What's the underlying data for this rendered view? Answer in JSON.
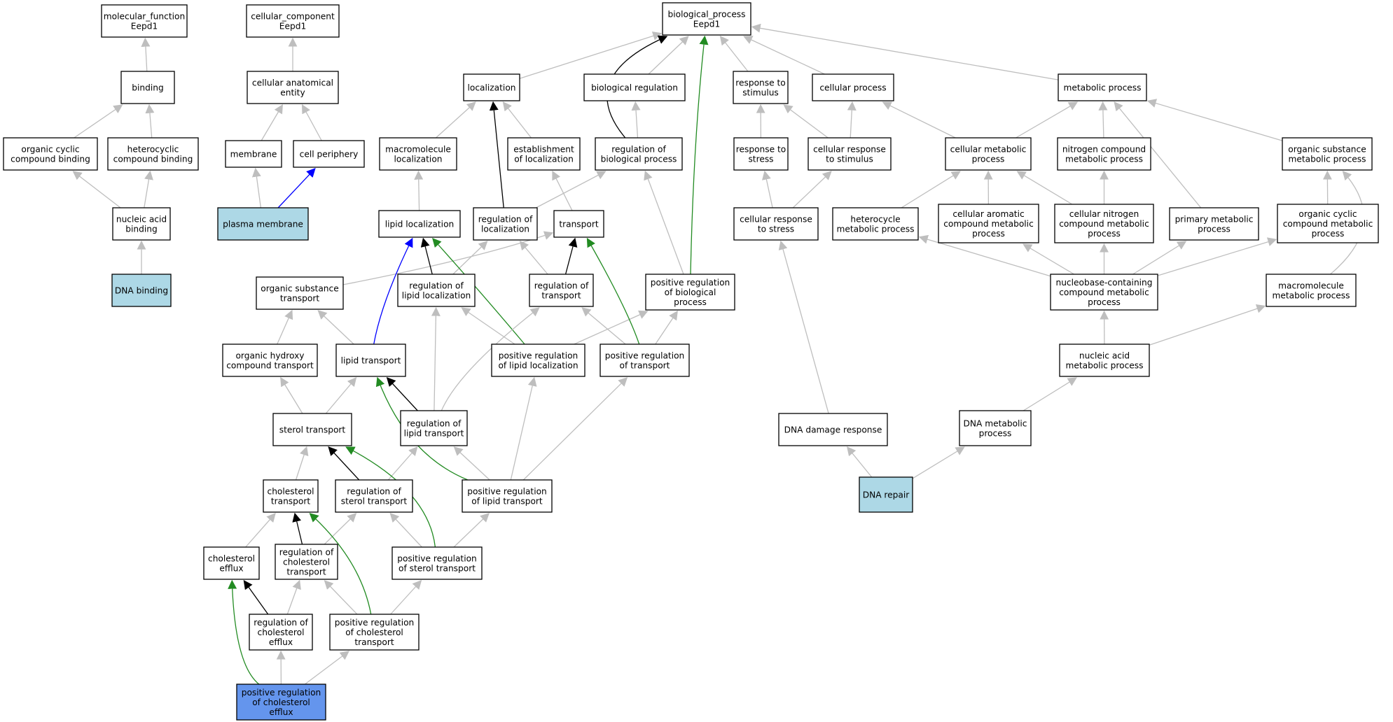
{
  "colors": {
    "default_fill": "#ffffff",
    "query_fill": "#add8e6",
    "focus_fill": "#6495ed",
    "edge_gray": "#bebebe",
    "edge_black": "#000000",
    "edge_green": "#228b22",
    "edge_blue": "#0000ff"
  },
  "nodes": [
    {
      "id": "mf",
      "lines": [
        "molecular_function",
        "Eepd1"
      ],
      "fill": "default"
    },
    {
      "id": "cc",
      "lines": [
        "cellular_component",
        "Eepd1"
      ],
      "fill": "default"
    },
    {
      "id": "bp",
      "lines": [
        "biological_process",
        "Eepd1"
      ],
      "fill": "default"
    },
    {
      "id": "binding",
      "lines": [
        "binding"
      ],
      "fill": "default"
    },
    {
      "id": "cae",
      "lines": [
        "cellular anatomical",
        "entity"
      ],
      "fill": "default"
    },
    {
      "id": "localization",
      "lines": [
        "localization"
      ],
      "fill": "default"
    },
    {
      "id": "bioreg",
      "lines": [
        "biological regulation"
      ],
      "fill": "default"
    },
    {
      "id": "resp_stim",
      "lines": [
        "response to",
        "stimulus"
      ],
      "fill": "default"
    },
    {
      "id": "cell_proc",
      "lines": [
        "cellular process"
      ],
      "fill": "default"
    },
    {
      "id": "metab",
      "lines": [
        "metabolic process"
      ],
      "fill": "default"
    },
    {
      "id": "ocb",
      "lines": [
        "organic cyclic",
        "compound binding"
      ],
      "fill": "default"
    },
    {
      "id": "hcb",
      "lines": [
        "heterocyclic",
        "compound binding"
      ],
      "fill": "default"
    },
    {
      "id": "membrane",
      "lines": [
        "membrane"
      ],
      "fill": "default"
    },
    {
      "id": "cellper",
      "lines": [
        "cell periphery"
      ],
      "fill": "default"
    },
    {
      "id": "macroloc",
      "lines": [
        "macromolecule",
        "localization"
      ],
      "fill": "default"
    },
    {
      "id": "estloc",
      "lines": [
        "establishment",
        "of localization"
      ],
      "fill": "default"
    },
    {
      "id": "regbp",
      "lines": [
        "regulation of",
        "biological process"
      ],
      "fill": "default"
    },
    {
      "id": "resp_stress",
      "lines": [
        "response to",
        "stress"
      ],
      "fill": "default"
    },
    {
      "id": "cell_resp_stim",
      "lines": [
        "cellular response",
        "to stimulus"
      ],
      "fill": "default"
    },
    {
      "id": "cell_metab",
      "lines": [
        "cellular metabolic",
        "process"
      ],
      "fill": "default"
    },
    {
      "id": "nitro_metab",
      "lines": [
        "nitrogen compound",
        "metabolic process"
      ],
      "fill": "default"
    },
    {
      "id": "org_sub_metab",
      "lines": [
        "organic substance",
        "metabolic process"
      ],
      "fill": "default"
    },
    {
      "id": "nab",
      "lines": [
        "nucleic acid",
        "binding"
      ],
      "fill": "default"
    },
    {
      "id": "pm",
      "lines": [
        "plasma membrane"
      ],
      "fill": "query"
    },
    {
      "id": "lipidloc",
      "lines": [
        "lipid localization"
      ],
      "fill": "default"
    },
    {
      "id": "regloc",
      "lines": [
        "regulation of",
        "localization"
      ],
      "fill": "default"
    },
    {
      "id": "transport",
      "lines": [
        "transport"
      ],
      "fill": "default"
    },
    {
      "id": "cell_resp_stress",
      "lines": [
        "cellular response",
        "to stress"
      ],
      "fill": "default"
    },
    {
      "id": "hetero_metab",
      "lines": [
        "heterocycle",
        "metabolic process"
      ],
      "fill": "default"
    },
    {
      "id": "cell_arom",
      "lines": [
        "cellular aromatic",
        "compound metabolic",
        "process"
      ],
      "fill": "default"
    },
    {
      "id": "cell_nitro",
      "lines": [
        "cellular nitrogen",
        "compound metabolic",
        "process"
      ],
      "fill": "default"
    },
    {
      "id": "prim_metab",
      "lines": [
        "primary metabolic",
        "process"
      ],
      "fill": "default"
    },
    {
      "id": "org_cyc_metab",
      "lines": [
        "organic cyclic",
        "compound metabolic",
        "process"
      ],
      "fill": "default"
    },
    {
      "id": "dnab",
      "lines": [
        "DNA binding"
      ],
      "fill": "query"
    },
    {
      "id": "org_sub_trans",
      "lines": [
        "organic substance",
        "transport"
      ],
      "fill": "default"
    },
    {
      "id": "reglipidloc",
      "lines": [
        "regulation of",
        "lipid localization"
      ],
      "fill": "default"
    },
    {
      "id": "regtrans",
      "lines": [
        "regulation of",
        "transport"
      ],
      "fill": "default"
    },
    {
      "id": "posregbp",
      "lines": [
        "positive regulation",
        "of biological",
        "process"
      ],
      "fill": "default"
    },
    {
      "id": "nucbase",
      "lines": [
        "nucleobase-containing",
        "compound metabolic",
        "process"
      ],
      "fill": "default"
    },
    {
      "id": "macro_metab",
      "lines": [
        "macromolecule",
        "metabolic process"
      ],
      "fill": "default"
    },
    {
      "id": "orghydroxy",
      "lines": [
        "organic hydroxy",
        "compound transport"
      ],
      "fill": "default"
    },
    {
      "id": "lipidtrans",
      "lines": [
        "lipid transport"
      ],
      "fill": "default"
    },
    {
      "id": "posreglipidloc",
      "lines": [
        "positive regulation",
        "of lipid localization"
      ],
      "fill": "default"
    },
    {
      "id": "posregtrans",
      "lines": [
        "positive regulation",
        "of transport"
      ],
      "fill": "default"
    },
    {
      "id": "na_metab",
      "lines": [
        "nucleic acid",
        "metabolic process"
      ],
      "fill": "default"
    },
    {
      "id": "steroltrans",
      "lines": [
        "sterol transport"
      ],
      "fill": "default"
    },
    {
      "id": "reglipidtrans",
      "lines": [
        "regulation of",
        "lipid transport"
      ],
      "fill": "default"
    },
    {
      "id": "dnadamage",
      "lines": [
        "DNA damage response"
      ],
      "fill": "default"
    },
    {
      "id": "dna_metab",
      "lines": [
        "DNA metabolic",
        "process"
      ],
      "fill": "default"
    },
    {
      "id": "choltrans",
      "lines": [
        "cholesterol",
        "transport"
      ],
      "fill": "default"
    },
    {
      "id": "regsteroltrans",
      "lines": [
        "regulation of",
        "sterol transport"
      ],
      "fill": "default"
    },
    {
      "id": "posreglipidtrans",
      "lines": [
        "positive regulation",
        "of lipid transport"
      ],
      "fill": "default"
    },
    {
      "id": "dnarepair",
      "lines": [
        "DNA repair"
      ],
      "fill": "query"
    },
    {
      "id": "cholefflux",
      "lines": [
        "cholesterol",
        "efflux"
      ],
      "fill": "default"
    },
    {
      "id": "regcholtrans",
      "lines": [
        "regulation of",
        "cholesterol",
        "transport"
      ],
      "fill": "default"
    },
    {
      "id": "posregsteroltrans",
      "lines": [
        "positive regulation",
        "of sterol transport"
      ],
      "fill": "default"
    },
    {
      "id": "regcholefflux",
      "lines": [
        "regulation of",
        "cholesterol",
        "efflux"
      ],
      "fill": "default"
    },
    {
      "id": "posregcholtrans",
      "lines": [
        "positive regulation",
        "of cholesterol",
        "transport"
      ],
      "fill": "default"
    },
    {
      "id": "posregcholefflux",
      "lines": [
        "positive regulation",
        "of cholesterol",
        "efflux"
      ],
      "fill": "focus"
    }
  ],
  "edges": [
    {
      "from": "binding",
      "to": "mf",
      "color": "gray"
    },
    {
      "from": "ocb",
      "to": "binding",
      "color": "gray"
    },
    {
      "from": "hcb",
      "to": "binding",
      "color": "gray"
    },
    {
      "from": "nab",
      "to": "ocb",
      "color": "gray"
    },
    {
      "from": "nab",
      "to": "hcb",
      "color": "gray"
    },
    {
      "from": "dnab",
      "to": "nab",
      "color": "gray"
    },
    {
      "from": "cae",
      "to": "cc",
      "color": "gray"
    },
    {
      "from": "membrane",
      "to": "cae",
      "color": "gray"
    },
    {
      "from": "cellper",
      "to": "cae",
      "color": "gray"
    },
    {
      "from": "pm",
      "to": "membrane",
      "color": "gray"
    },
    {
      "from": "pm",
      "to": "cellper",
      "color": "blue"
    },
    {
      "from": "localization",
      "to": "bp",
      "color": "gray"
    },
    {
      "from": "bioreg",
      "to": "bp",
      "color": "gray"
    },
    {
      "from": "resp_stim",
      "to": "bp",
      "color": "gray"
    },
    {
      "from": "cell_proc",
      "to": "bp",
      "color": "gray"
    },
    {
      "from": "metab",
      "to": "bp",
      "color": "gray"
    },
    {
      "from": "regbp",
      "to": "bp",
      "color": "black"
    },
    {
      "from": "posregbp",
      "to": "bp",
      "color": "green"
    },
    {
      "from": "macroloc",
      "to": "localization",
      "color": "gray"
    },
    {
      "from": "estloc",
      "to": "localization",
      "color": "gray"
    },
    {
      "from": "regloc",
      "to": "localization",
      "color": "black"
    },
    {
      "from": "regbp",
      "to": "bioreg",
      "color": "gray"
    },
    {
      "from": "resp_stress",
      "to": "resp_stim",
      "color": "gray"
    },
    {
      "from": "cell_resp_stim",
      "to": "resp_stim",
      "color": "gray"
    },
    {
      "from": "cell_resp_stim",
      "to": "cell_proc",
      "color": "gray"
    },
    {
      "from": "cell_metab",
      "to": "cell_proc",
      "color": "gray"
    },
    {
      "from": "cell_metab",
      "to": "metab",
      "color": "gray"
    },
    {
      "from": "nitro_metab",
      "to": "metab",
      "color": "gray"
    },
    {
      "from": "org_sub_metab",
      "to": "metab",
      "color": "gray"
    },
    {
      "from": "prim_metab",
      "to": "metab",
      "color": "gray"
    },
    {
      "from": "lipidloc",
      "to": "macroloc",
      "color": "gray"
    },
    {
      "from": "transport",
      "to": "estloc",
      "color": "gray"
    },
    {
      "from": "regloc",
      "to": "regbp",
      "color": "gray"
    },
    {
      "from": "posregbp",
      "to": "regbp",
      "color": "gray"
    },
    {
      "from": "cell_resp_stress",
      "to": "resp_stress",
      "color": "gray"
    },
    {
      "from": "cell_resp_stress",
      "to": "cell_resp_stim",
      "color": "gray"
    },
    {
      "from": "hetero_metab",
      "to": "cell_metab",
      "color": "gray"
    },
    {
      "from": "cell_arom",
      "to": "cell_metab",
      "color": "gray"
    },
    {
      "from": "cell_nitro",
      "to": "cell_metab",
      "color": "gray"
    },
    {
      "from": "cell_nitro",
      "to": "nitro_metab",
      "color": "gray"
    },
    {
      "from": "org_cyc_metab",
      "to": "org_sub_metab",
      "color": "gray"
    },
    {
      "from": "macro_metab",
      "to": "org_sub_metab",
      "color": "gray"
    },
    {
      "from": "org_sub_trans",
      "to": "transport",
      "color": "gray"
    },
    {
      "from": "reglipidloc",
      "to": "lipidloc",
      "color": "black"
    },
    {
      "from": "reglipidloc",
      "to": "regloc",
      "color": "gray"
    },
    {
      "from": "regtrans",
      "to": "regloc",
      "color": "gray"
    },
    {
      "from": "regtrans",
      "to": "transport",
      "color": "black"
    },
    {
      "from": "dnadamage",
      "to": "cell_resp_stress",
      "color": "gray"
    },
    {
      "from": "nucbase",
      "to": "hetero_metab",
      "color": "gray"
    },
    {
      "from": "nucbase",
      "to": "cell_arom",
      "color": "gray"
    },
    {
      "from": "nucbase",
      "to": "cell_nitro",
      "color": "gray"
    },
    {
      "from": "nucbase",
      "to": "prim_metab",
      "color": "gray"
    },
    {
      "from": "nucbase",
      "to": "org_cyc_metab",
      "color": "gray"
    },
    {
      "from": "orghydroxy",
      "to": "org_sub_trans",
      "color": "gray"
    },
    {
      "from": "lipidtrans",
      "to": "org_sub_trans",
      "color": "gray"
    },
    {
      "from": "lipidtrans",
      "to": "lipidloc",
      "color": "blue"
    },
    {
      "from": "posreglipidloc",
      "to": "reglipidloc",
      "color": "gray"
    },
    {
      "from": "posreglipidloc",
      "to": "lipidloc",
      "color": "green"
    },
    {
      "from": "posreglipidloc",
      "to": "posregbp",
      "color": "gray"
    },
    {
      "from": "posregtrans",
      "to": "regtrans",
      "color": "gray"
    },
    {
      "from": "posregtrans",
      "to": "posregbp",
      "color": "gray"
    },
    {
      "from": "posregtrans",
      "to": "transport",
      "color": "green"
    },
    {
      "from": "na_metab",
      "to": "nucbase",
      "color": "gray"
    },
    {
      "from": "na_metab",
      "to": "macro_metab",
      "color": "gray"
    },
    {
      "from": "steroltrans",
      "to": "orghydroxy",
      "color": "gray"
    },
    {
      "from": "steroltrans",
      "to": "lipidtrans",
      "color": "gray"
    },
    {
      "from": "reglipidtrans",
      "to": "lipidtrans",
      "color": "black"
    },
    {
      "from": "reglipidtrans",
      "to": "reglipidloc",
      "color": "gray"
    },
    {
      "from": "reglipidtrans",
      "to": "regtrans",
      "color": "gray"
    },
    {
      "from": "dna_metab",
      "to": "na_metab",
      "color": "gray"
    },
    {
      "from": "choltrans",
      "to": "steroltrans",
      "color": "gray"
    },
    {
      "from": "regsteroltrans",
      "to": "steroltrans",
      "color": "black"
    },
    {
      "from": "regsteroltrans",
      "to": "reglipidtrans",
      "color": "gray"
    },
    {
      "from": "posreglipidtrans",
      "to": "reglipidtrans",
      "color": "gray"
    },
    {
      "from": "posreglipidtrans",
      "to": "posreglipidloc",
      "color": "gray"
    },
    {
      "from": "posreglipidtrans",
      "to": "posregtrans",
      "color": "gray"
    },
    {
      "from": "posreglipidtrans",
      "to": "lipidtrans",
      "color": "green"
    },
    {
      "from": "dnarepair",
      "to": "dnadamage",
      "color": "gray"
    },
    {
      "from": "dnarepair",
      "to": "dna_metab",
      "color": "gray"
    },
    {
      "from": "cholefflux",
      "to": "choltrans",
      "color": "gray"
    },
    {
      "from": "regcholtrans",
      "to": "choltrans",
      "color": "black"
    },
    {
      "from": "regcholtrans",
      "to": "regsteroltrans",
      "color": "gray"
    },
    {
      "from": "posregsteroltrans",
      "to": "regsteroltrans",
      "color": "gray"
    },
    {
      "from": "posregsteroltrans",
      "to": "posreglipidtrans",
      "color": "gray"
    },
    {
      "from": "posregsteroltrans",
      "to": "steroltrans",
      "color": "green"
    },
    {
      "from": "regcholefflux",
      "to": "cholefflux",
      "color": "black"
    },
    {
      "from": "regcholefflux",
      "to": "regcholtrans",
      "color": "gray"
    },
    {
      "from": "posregcholtrans",
      "to": "regcholtrans",
      "color": "gray"
    },
    {
      "from": "posregcholtrans",
      "to": "posregsteroltrans",
      "color": "gray"
    },
    {
      "from": "posregcholtrans",
      "to": "choltrans",
      "color": "green"
    },
    {
      "from": "posregcholefflux",
      "to": "regcholefflux",
      "color": "gray"
    },
    {
      "from": "posregcholefflux",
      "to": "posregcholtrans",
      "color": "gray"
    },
    {
      "from": "posregcholefflux",
      "to": "cholefflux",
      "color": "green"
    }
  ]
}
